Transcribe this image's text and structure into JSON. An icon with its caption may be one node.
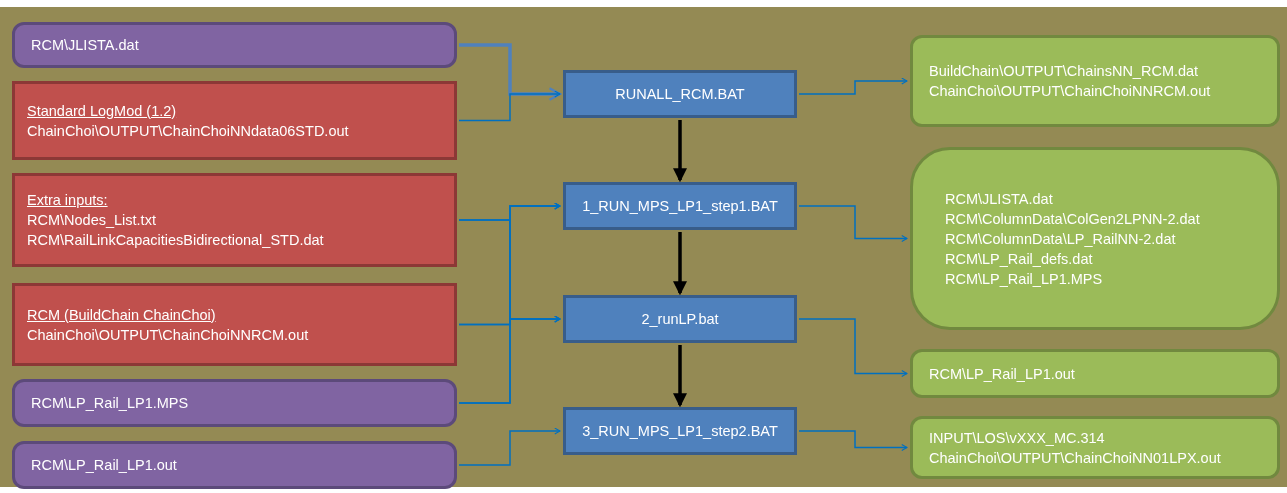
{
  "diagram": {
    "nodes": [
      {
        "text": [
          "RCM\\JLISTA.dat"
        ]
      },
      {
        "text": [
          "Standard LogMod (1.2)",
          "ChainChoi\\OUTPUT\\ChainChoiNNdata06STD.out"
        ]
      },
      {
        "text": [
          "Extra inputs:",
          "RCM\\Nodes_List.txt",
          "RCM\\RailLinkCapacitiesBidirectional_STD.dat"
        ]
      },
      {
        "text": [
          "RCM (BuildChain ChainChoi)",
          "ChainChoi\\OUTPUT\\ChainChoiNNRCM.out"
        ]
      },
      {
        "text": [
          "RCM\\LP_Rail_LP1.MPS"
        ]
      },
      {
        "text": [
          "RCM\\LP_Rail_LP1.out"
        ]
      },
      {
        "text": [
          "RUNALL_RCM.BAT"
        ]
      },
      {
        "text": [
          "1_RUN_MPS_LP1_step1.BAT"
        ]
      },
      {
        "text": [
          "2_runLP.bat"
        ]
      },
      {
        "text": [
          "3_RUN_MPS_LP1_step2.BAT"
        ]
      },
      {
        "text": [
          "BuildChain\\OUTPUT\\ChainsNN_RCM.dat",
          "ChainChoi\\OUTPUT\\ChainChoiNNRCM.out"
        ]
      },
      {
        "text": [
          "RCM\\JLISTA.dat",
          "RCM\\ColumnData\\ColGen2LPNN-2.dat",
          "RCM\\ColumnData\\LP_RailNN-2.dat",
          "RCM\\LP_Rail_defs.dat",
          "RCM\\LP_Rail_LP1.MPS"
        ]
      },
      {
        "text": [
          "RCM\\LP_Rail_LP1.out"
        ]
      },
      {
        "text": [
          "INPUT\\LOS\\vXXX_MC.314",
          "ChainChoi\\OUTPUT\\ChainChoiNN01LPX.out"
        ]
      }
    ],
    "edges": [
      {
        "from": 0,
        "to": 6,
        "arrow": "to",
        "style": "thick",
        "color": "#4f81bd"
      },
      {
        "from": 1,
        "to": 6,
        "arrow": "to"
      },
      {
        "from": 2,
        "to": 7,
        "arrow": "to"
      },
      {
        "from": 3,
        "to": 7,
        "arrow": "to"
      },
      {
        "from": 4,
        "to": 7,
        "arrow": "to"
      },
      {
        "from": 2,
        "to": 8,
        "arrow": "to"
      },
      {
        "from": 3,
        "to": 8,
        "arrow": "to"
      },
      {
        "from": 4,
        "to": 8,
        "arrow": "to"
      },
      {
        "from": 5,
        "to": 9,
        "arrow": "to"
      },
      {
        "from": 6,
        "to": 7,
        "arrow": "to",
        "style": "thick",
        "color": "#000000"
      },
      {
        "from": 7,
        "to": 8,
        "arrow": "to",
        "style": "thick",
        "color": "#000000"
      },
      {
        "from": 8,
        "to": 9,
        "arrow": "to",
        "style": "thick",
        "color": "#000000"
      },
      {
        "from": 6,
        "to": 10,
        "arrow": "to"
      },
      {
        "from": 7,
        "to": 11,
        "arrow": "to"
      },
      {
        "from": 8,
        "to": 12,
        "arrow": "to"
      },
      {
        "from": 9,
        "to": 13,
        "arrow": "to"
      }
    ]
  }
}
